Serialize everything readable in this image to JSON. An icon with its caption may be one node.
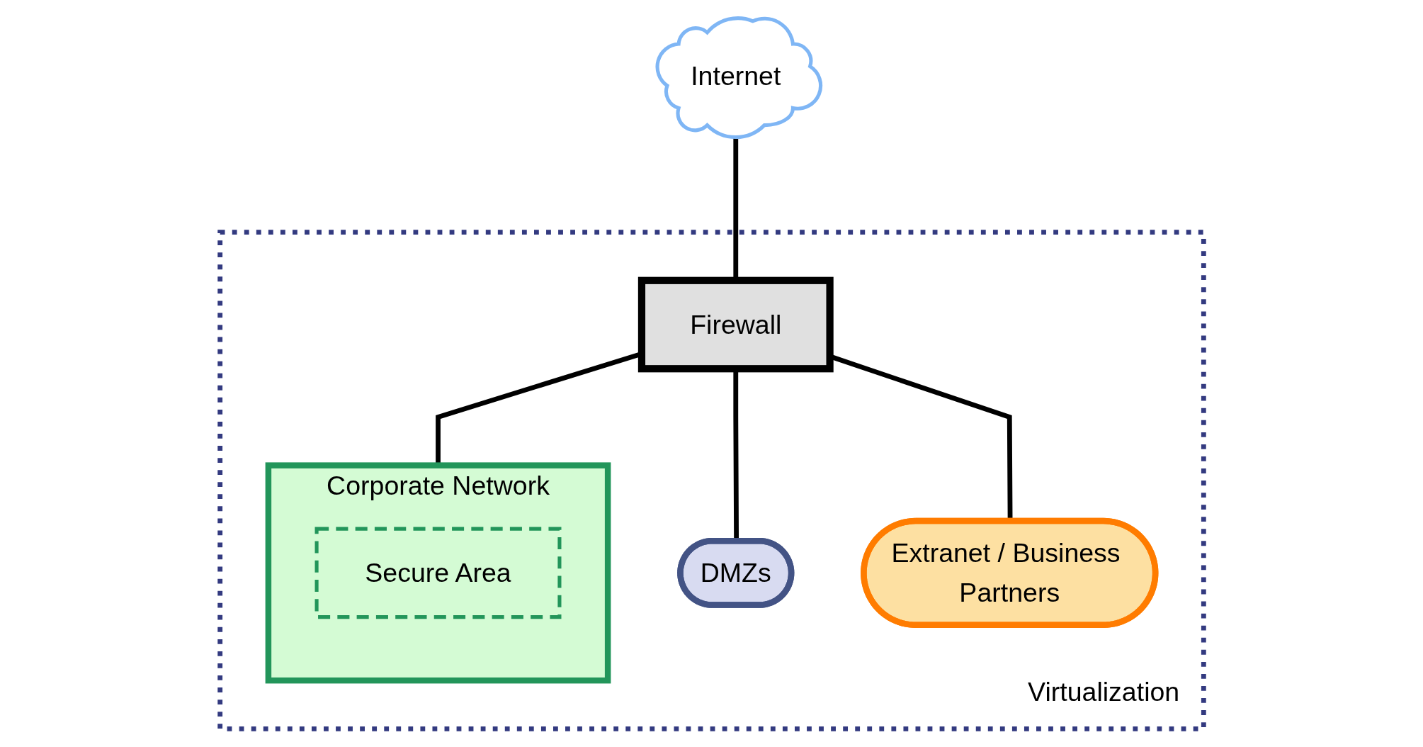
{
  "diagram": {
    "nodes": [
      {
        "text": [
          "Internet"
        ]
      },
      {
        "text": [
          "Virtualization"
        ]
      },
      {
        "text": [
          "Firewall"
        ],
        "in": 1
      },
      {
        "text": [
          "DMZs"
        ],
        "in": 1
      },
      {
        "text": [
          "Extranet / Business Partners"
        ],
        "in": 1
      },
      {
        "text": [
          "Corporate Network"
        ],
        "in": 1
      },
      {
        "text": [
          "Secure Area"
        ],
        "in": 5
      }
    ],
    "edges": [
      {
        "from": 0,
        "to": 2,
        "arrow": "none"
      },
      {
        "from": 2,
        "to": 3,
        "arrow": "none"
      },
      {
        "from": 2,
        "to": 4,
        "arrow": "none"
      },
      {
        "from": 2,
        "to": 5,
        "arrow": "none"
      }
    ]
  }
}
